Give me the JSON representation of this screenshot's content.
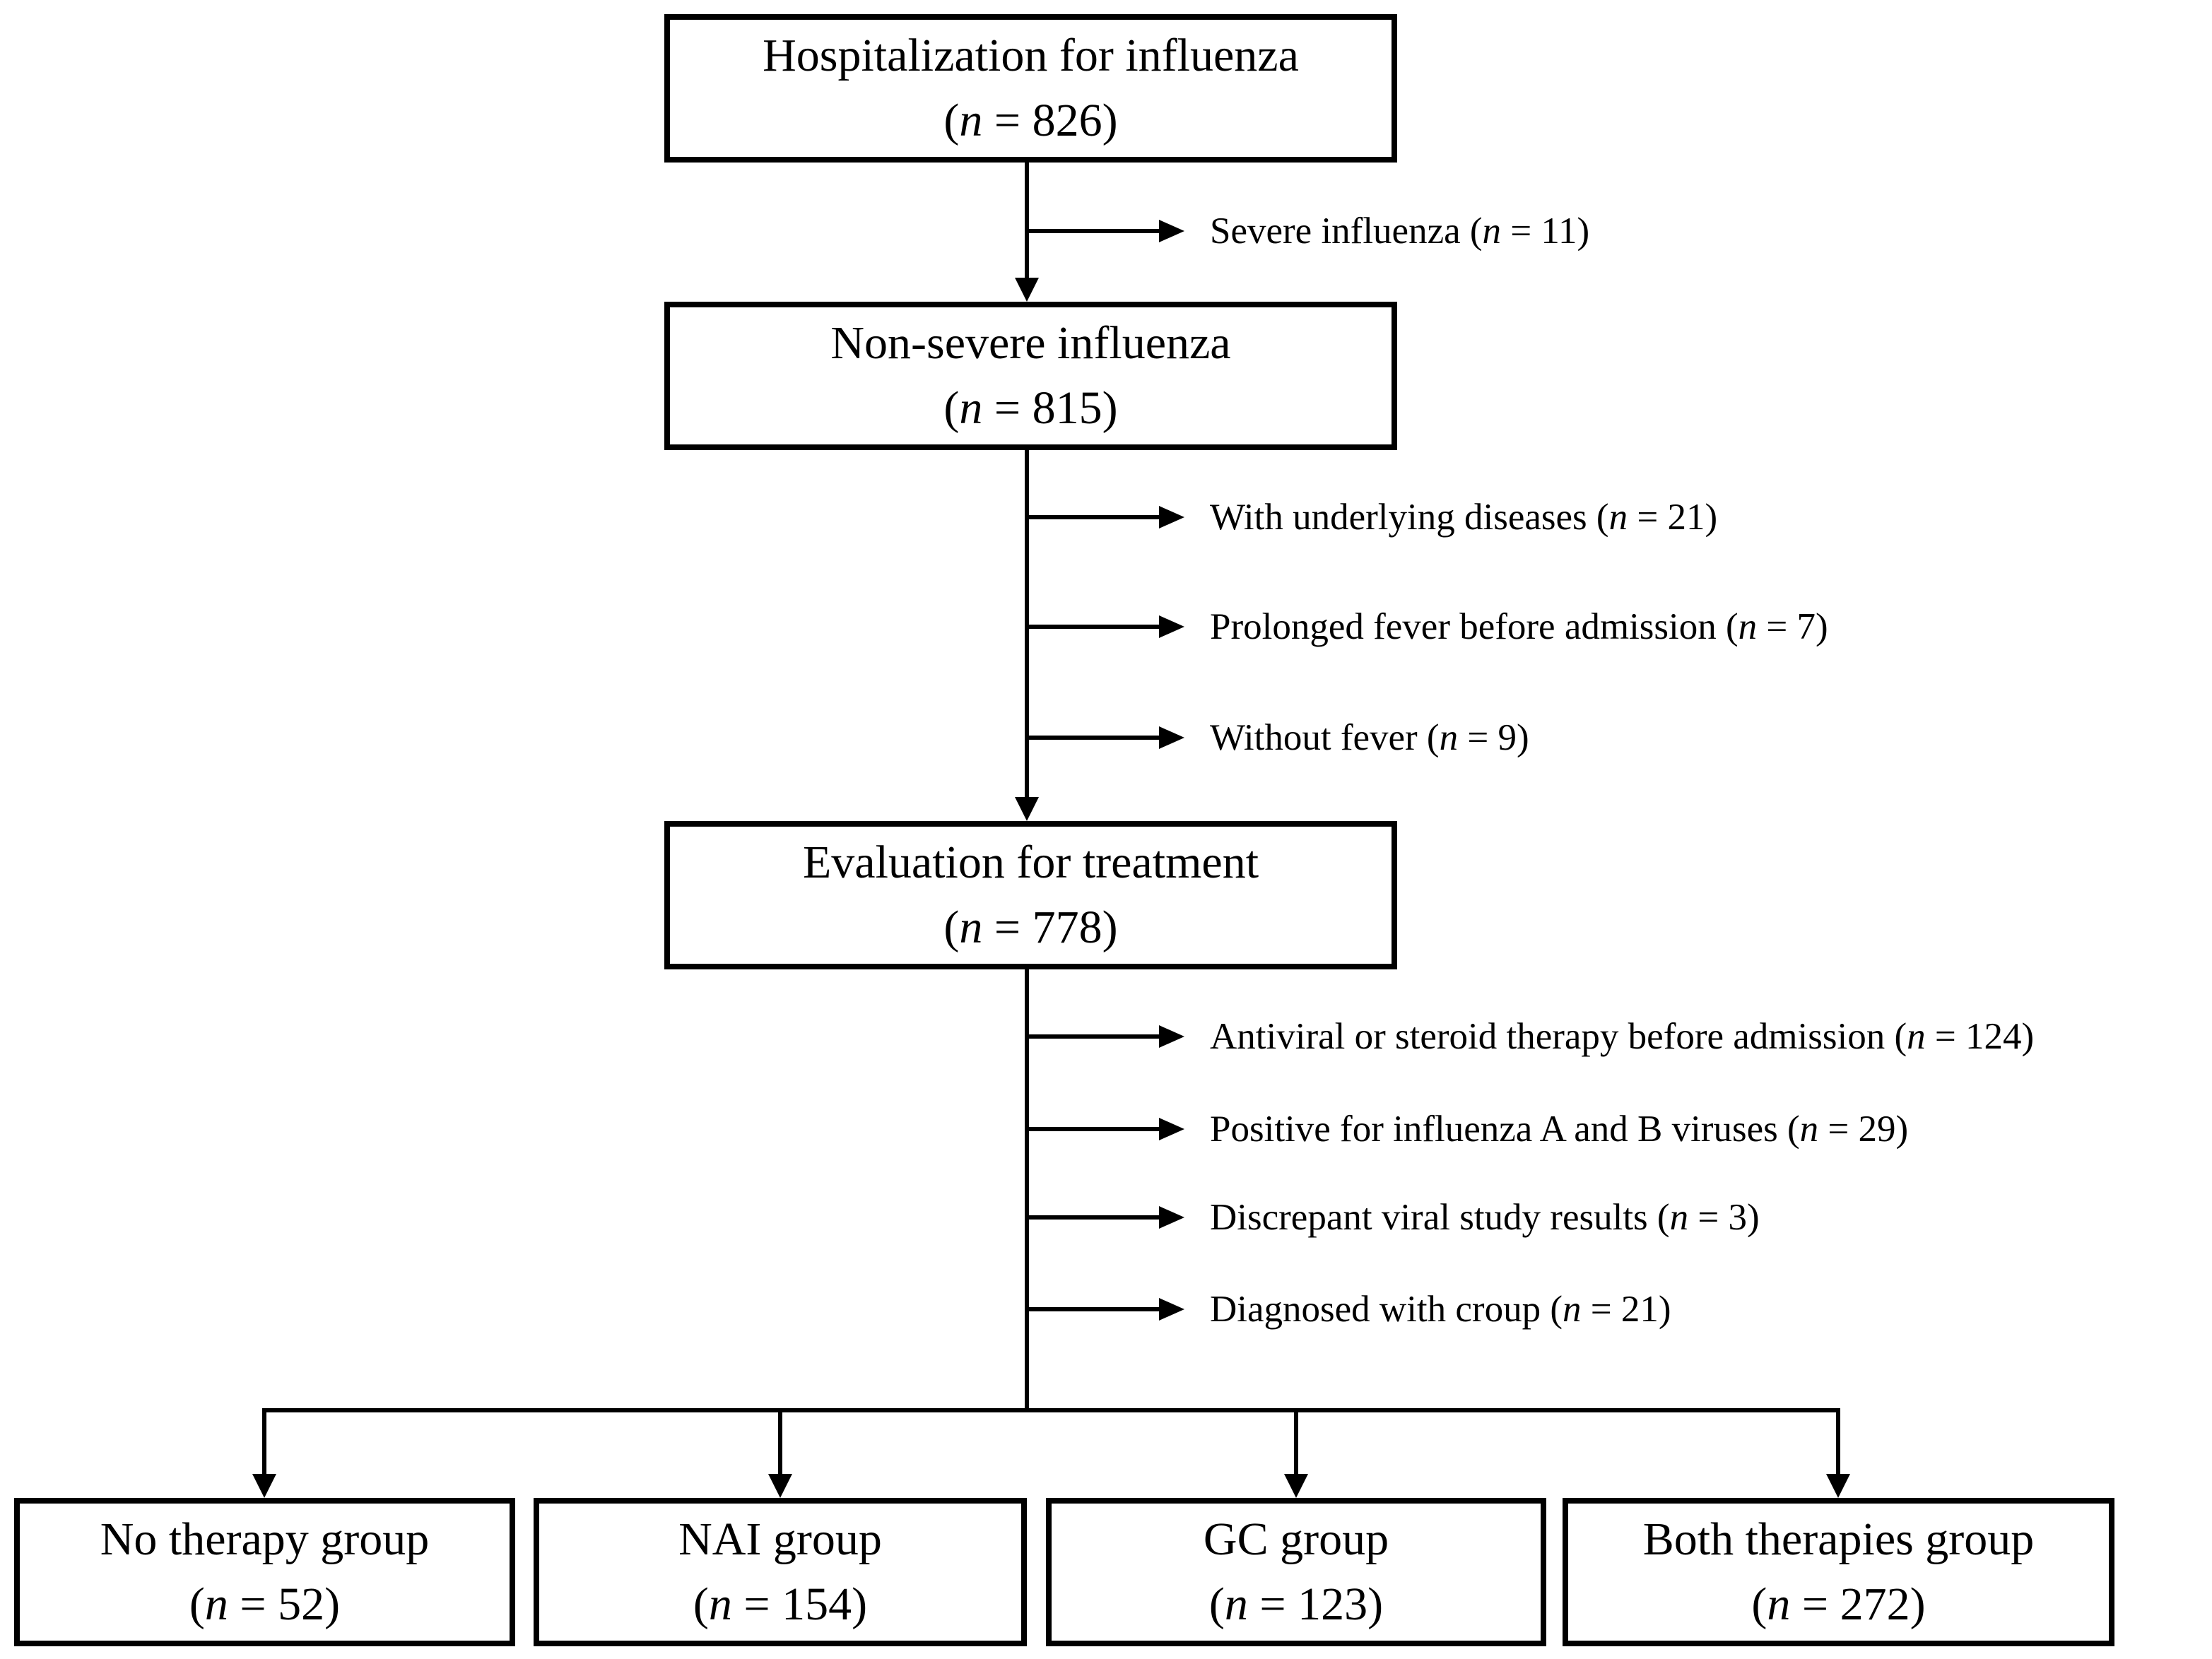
{
  "figure": {
    "colors": {
      "background": "#ffffff",
      "line": "#000000",
      "text": "#000000"
    },
    "nodes": {
      "hospitalization": {
        "title": "Hospitalization for influenza",
        "count": "(n = 826)"
      },
      "non_severe": {
        "title": "Non-severe influenza",
        "count": "(n = 815)"
      },
      "evaluation": {
        "title": "Evaluation for treatment",
        "count": "(n = 778)"
      },
      "groups": [
        {
          "title": "No therapy group",
          "count": "(n = 52)"
        },
        {
          "title": "NAI group",
          "count": "(n = 154)"
        },
        {
          "title": "GC group",
          "count": "(n = 123)"
        },
        {
          "title": "Both therapies group",
          "count": "(n = 272)"
        }
      ]
    },
    "exclusions": {
      "after_hospitalization": [
        "Severe influenza (n = 11)"
      ],
      "after_non_severe": [
        "With underlying diseases (n = 21)",
        "Prolonged fever before admission (n = 7)",
        "Without fever (n = 9)"
      ],
      "after_evaluation": [
        "Antiviral or steroid therapy before admission (n = 124)",
        "Positive for influenza A and B viruses (n = 29)",
        "Discrepant viral study results (n = 3)",
        "Diagnosed with croup (n = 21)"
      ]
    }
  }
}
